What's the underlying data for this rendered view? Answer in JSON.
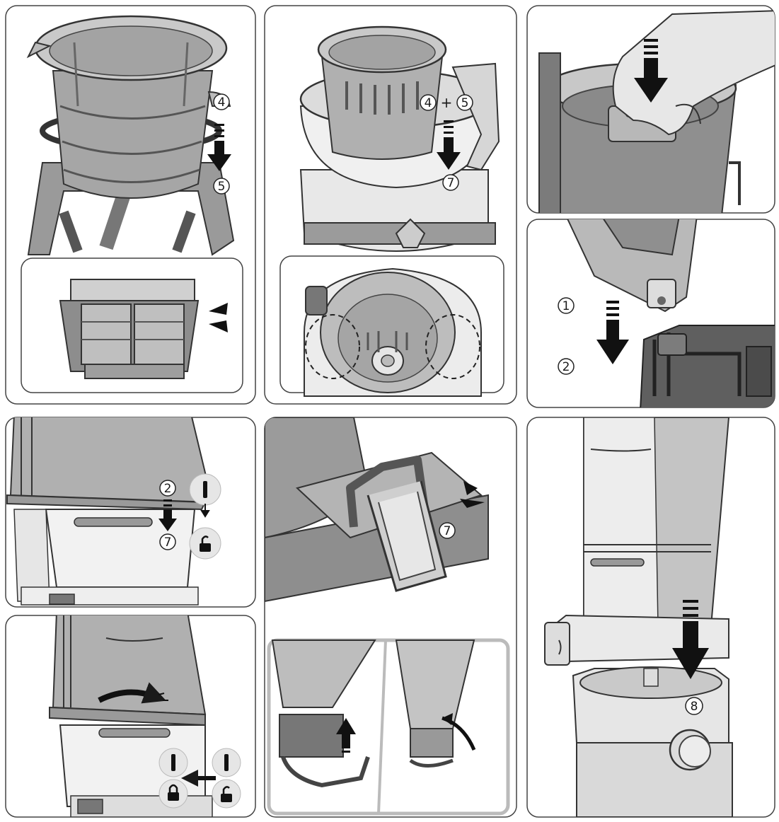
{
  "panels": {
    "p1": {
      "step_top": "4",
      "step_bottom": "5"
    },
    "p2": {
      "step_a": "4",
      "step_plus": "+",
      "step_b": "5",
      "step_bottom": "7"
    },
    "p4": {
      "step_top": "1",
      "step_bottom": "2"
    },
    "p5": {
      "step_top": "2",
      "step_bottom": "7"
    },
    "p7": {
      "step": "7"
    },
    "p9": {
      "step": "8"
    }
  },
  "colors": {
    "line": "#333333",
    "fill_dark": "#8c8c8c",
    "fill_mid": "#b3b3b3",
    "fill_light": "#d9d9d9",
    "fill_white": "#f2f2f2"
  }
}
